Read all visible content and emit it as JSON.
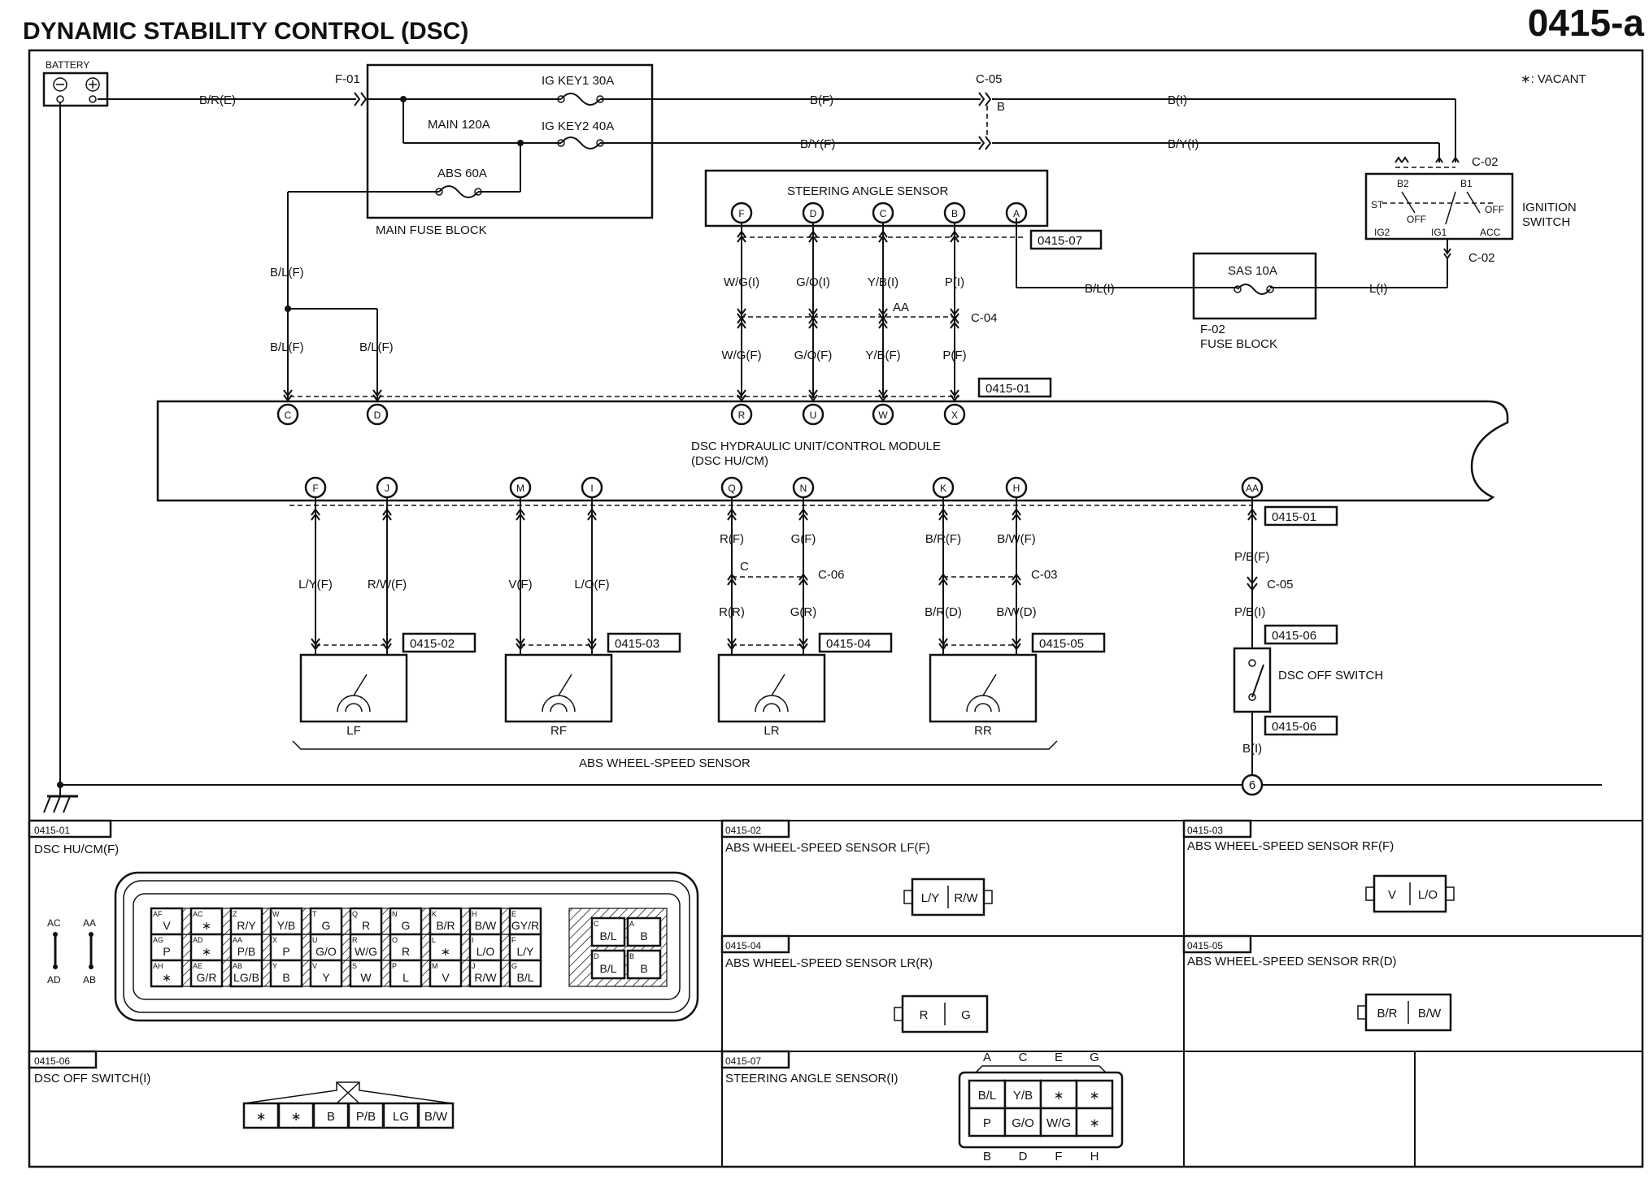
{
  "header": {
    "title": "DYNAMIC STABILITY CONTROL (DSC)",
    "page_id": "0415-a",
    "vacant_note": "∗: VACANT"
  },
  "power": {
    "battery": "BATTERY",
    "f01": "F-01",
    "br_e": "B/R(E)",
    "fuse_block": "MAIN FUSE BLOCK",
    "ig_key1": "IG KEY1 30A",
    "ig_key2": "IG KEY2 40A",
    "main": "MAIN 120A",
    "abs": "ABS 60A",
    "c05": "C-05",
    "b_letter": "B",
    "b_f": "B(F)",
    "b_i": "B(I)",
    "by_f": "B/Y(F)",
    "by_i": "B/Y(I)",
    "bl_f": "B/L(F)",
    "bl_i": "B/L(I)",
    "l_i": "L(I)"
  },
  "ignition": {
    "c02": "C-02",
    "label_line1": "IGNITION",
    "label_line2": "SWITCH",
    "b2": "B2",
    "b1": "B1",
    "st": "ST",
    "off": "OFF",
    "ig2": "IG2",
    "ig1": "IG1",
    "acc": "ACC"
  },
  "sas_fuse": {
    "name": "SAS 10A",
    "id": "F-02",
    "label": "FUSE BLOCK"
  },
  "steering": {
    "name": "STEERING ANGLE SENSOR",
    "ref": "0415-07",
    "pins": [
      "F",
      "D",
      "C",
      "B",
      "A"
    ],
    "wires_top": [
      "W/G(I)",
      "G/O(I)",
      "Y/B(I)",
      "P(I)"
    ],
    "wires_bottom": [
      "W/G(F)",
      "G/O(F)",
      "Y/B(F)",
      "P(F)"
    ],
    "aa": "AA",
    "c04": "C-04"
  },
  "module": {
    "name_line1": "DSC HYDRAULIC UNIT/CONTROL MODULE",
    "name_line2": "(DSC HU/CM)",
    "ref": "0415-01",
    "top_pins": [
      "C",
      "D",
      "R",
      "U",
      "W",
      "X"
    ],
    "bottom_pins": [
      "F",
      "J",
      "M",
      "I",
      "Q",
      "N",
      "K",
      "H",
      "AA"
    ]
  },
  "sensors": {
    "group_label": "ABS WHEEL-SPEED SENSOR",
    "lf": {
      "name": "LF",
      "ref": "0415-02",
      "w1": "L/Y(F)",
      "w2": "R/W(F)"
    },
    "rf": {
      "name": "RF",
      "ref": "0415-03",
      "w1": "V(F)",
      "w2": "L/O(F)"
    },
    "lr": {
      "name": "LR",
      "ref": "0415-04",
      "w1": "R(F)",
      "w2": "G(F)",
      "w3": "R(R)",
      "w4": "G(R)",
      "conn": "C-06",
      "c": "C"
    },
    "rr": {
      "name": "RR",
      "ref": "0415-05",
      "w1": "B/R(F)",
      "w2": "B/W(F)",
      "w3": "B/R(D)",
      "w4": "B/W(D)",
      "conn": "C-03"
    }
  },
  "dsc_off": {
    "ref_top": "0415-01",
    "w1": "P/B(F)",
    "conn": "C-05",
    "w2": "P/B(I)",
    "ref1": "0415-06",
    "label": "DSC OFF SWITCH",
    "ref2": "0415-06",
    "w3": "B(I)",
    "ground": "6"
  },
  "connectors": {
    "c0401": {
      "id": "0415-01",
      "title": "DSC HU/CM(F)",
      "jumper": [
        "AC",
        "AA",
        "AD",
        "AB"
      ],
      "row1": [
        "V",
        "∗",
        "R/Y",
        "Y/B",
        "G",
        "R",
        "G",
        "B/R",
        "B/W",
        "GY/R"
      ],
      "row1_pins": [
        "AF",
        "AC",
        "Z",
        "W",
        "T",
        "Q",
        "N",
        "K",
        "H",
        "E"
      ],
      "row2": [
        "P",
        "∗",
        "P/B",
        "P",
        "G/O",
        "W/G",
        "R",
        "∗",
        "L/O",
        "L/Y"
      ],
      "row2_pins": [
        "AG",
        "AD",
        "AA",
        "X",
        "U",
        "R",
        "O",
        "L",
        "I",
        "F"
      ],
      "row3": [
        "∗",
        "G/R",
        "LG/B",
        "B",
        "Y",
        "W",
        "L",
        "V",
        "R/W",
        "B/L"
      ],
      "row3_pins": [
        "AH",
        "AE",
        "AB",
        "Y",
        "V",
        "S",
        "P",
        "M",
        "J",
        "G"
      ],
      "right": [
        "B/L",
        "B",
        "B/L",
        "B"
      ],
      "right_pins": [
        "C",
        "A",
        "D",
        "B"
      ]
    },
    "c0402": {
      "id": "0415-02",
      "title": "ABS WHEEL-SPEED SENSOR LF(F)",
      "pins": [
        "L/Y",
        "R/W"
      ]
    },
    "c0403": {
      "id": "0415-03",
      "title": "ABS WHEEL-SPEED SENSOR RF(F)",
      "pins": [
        "V",
        "L/O"
      ]
    },
    "c0404": {
      "id": "0415-04",
      "title": "ABS WHEEL-SPEED SENSOR LR(R)",
      "pins": [
        "R",
        "G"
      ]
    },
    "c0405": {
      "id": "0415-05",
      "title": "ABS WHEEL-SPEED SENSOR RR(D)",
      "pins": [
        "B/R",
        "B/W"
      ]
    },
    "c0406": {
      "id": "0415-06",
      "title": "DSC OFF SWITCH(I)",
      "pins": [
        "∗",
        "∗",
        "B",
        "P/B",
        "LG",
        "B/W"
      ]
    },
    "c0407": {
      "id": "0415-07",
      "title": "STEERING ANGLE SENSOR(I)",
      "top_letters": [
        "A",
        "C",
        "E",
        "G"
      ],
      "row1": [
        "B/L",
        "Y/B",
        "∗",
        "∗"
      ],
      "row2": [
        "P",
        "G/O",
        "W/G",
        "∗"
      ],
      "bottom_letters": [
        "B",
        "D",
        "F",
        "H"
      ]
    }
  }
}
